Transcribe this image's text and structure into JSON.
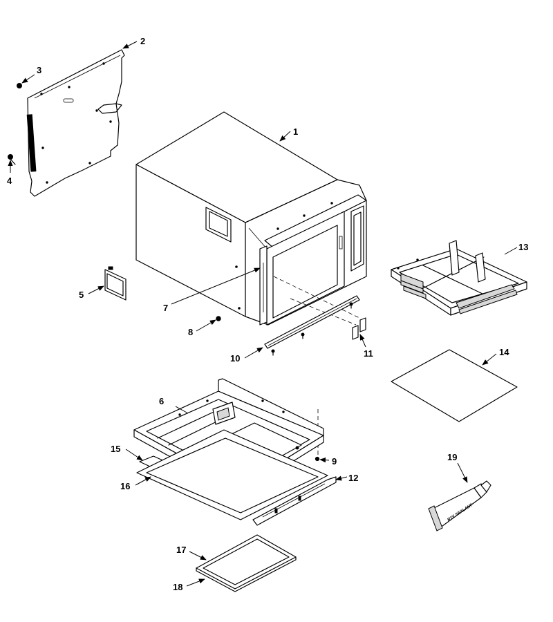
{
  "diagram": {
    "callouts": [
      {
        "id": "1",
        "label": "1"
      },
      {
        "id": "2",
        "label": "2"
      },
      {
        "id": "3",
        "label": "3"
      },
      {
        "id": "4",
        "label": "4"
      },
      {
        "id": "5",
        "label": "5"
      },
      {
        "id": "6",
        "label": "6"
      },
      {
        "id": "7",
        "label": "7"
      },
      {
        "id": "8",
        "label": "8"
      },
      {
        "id": "9",
        "label": "9"
      },
      {
        "id": "10",
        "label": "10"
      },
      {
        "id": "11",
        "label": "11"
      },
      {
        "id": "12",
        "label": "12"
      },
      {
        "id": "13",
        "label": "13"
      },
      {
        "id": "14",
        "label": "14"
      },
      {
        "id": "15",
        "label": "15"
      },
      {
        "id": "16",
        "label": "16"
      },
      {
        "id": "17",
        "label": "17"
      },
      {
        "id": "18",
        "label": "18"
      },
      {
        "id": "19",
        "label": "19"
      }
    ],
    "tube_text": "RTV SEALANT"
  }
}
